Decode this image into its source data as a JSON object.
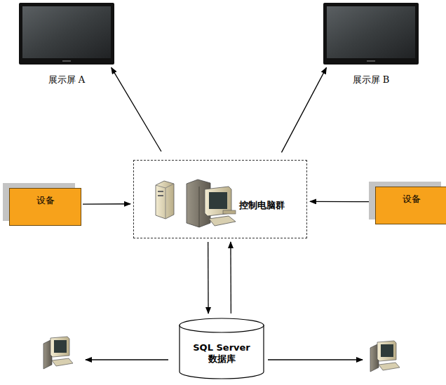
{
  "diagram": {
    "nodes": [
      {
        "text": [
          "展示屏 A"
        ]
      },
      {
        "text": [
          "展示屏 B"
        ]
      },
      {
        "text": [
          "设备"
        ]
      },
      {
        "text": [
          "控制电脑群"
        ]
      },
      {
        "text": [
          "设备"
        ]
      },
      {
        "text": [
          "SQL Server 数据库"
        ]
      }
    ],
    "edges": [
      {
        "from": 3,
        "to": 0,
        "arrow": "to"
      },
      {
        "from": 3,
        "to": 1,
        "arrow": "to"
      },
      {
        "from": 2,
        "to": 3,
        "arrow": "to"
      },
      {
        "from": 4,
        "to": 3,
        "arrow": "to"
      },
      {
        "from": 3,
        "to": 5,
        "arrow": "to"
      },
      {
        "from": 5,
        "to": 3,
        "arrow": "to"
      }
    ]
  }
}
